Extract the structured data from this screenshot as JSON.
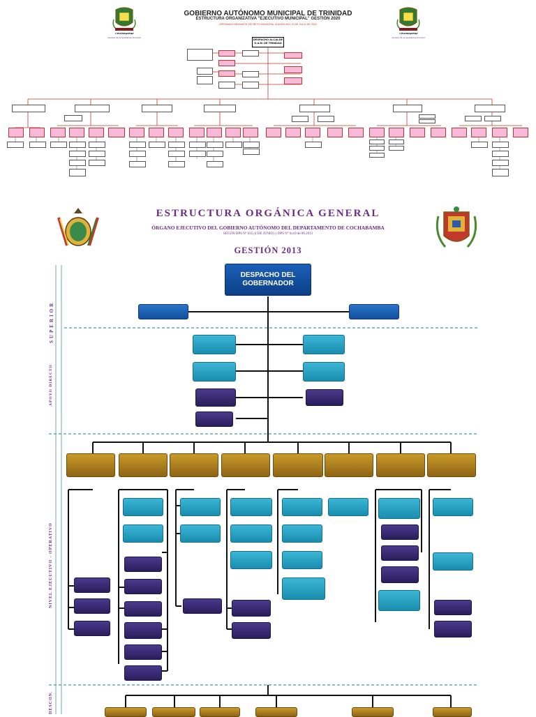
{
  "chart1": {
    "title": "GOBIERNO AUTÓNOMO MUNICIPAL DE TRINIDAD",
    "subtitle": "ESTRUCTURA ORGANIZATIVA \"EJECUTIVO MUNICIPAL\" GESTIÓN 2020",
    "approval": "APROBADO MEDIANTE DECRETO MUNICIPAL 018/2019 DEL 23 DE JULIO DE 2019",
    "head_box": "DESPACHO ALCALDE\nG.A.M. DE TRINIDAD",
    "logo_caption": "TRINIDAD",
    "logo_motto": "Ciudad de la Santísima Trinidad"
  },
  "chart2": {
    "title": "ESTRUCTURA ORGÁNICA GENERAL",
    "subtitle": "ÓRGANO EJECUTIVO DEL GOBIERNO AUTÓNOMO DEL DEPARTAMENTO DE COCHABAMBA",
    "decree": "SEGÚN DPS Nº 035 (4 DE JUNIO) y DPS Nº 0xx9 de 06.2013",
    "gestion": "GESTIÓN 2013",
    "top_box": "DESPACHO DEL GOBERNADOR",
    "left_top_label": "SUPERIOR",
    "left_apoyo_label": "APOYO DIRECTO",
    "left_operativo_label": "NIVEL EJECUTIVO - OPERATIVO",
    "left_bottom_label": "DESCON."
  },
  "colors": {
    "chart1_line": "#c0392b",
    "chart1_pink": "#f7b9d7",
    "blue": "#1b5fb8",
    "teal": "#1a8db0",
    "gold": "#c99a2a",
    "purple": "#2a1e5c",
    "title_purple": "#6a2a86",
    "divider_teal": "#4a9a9a"
  }
}
